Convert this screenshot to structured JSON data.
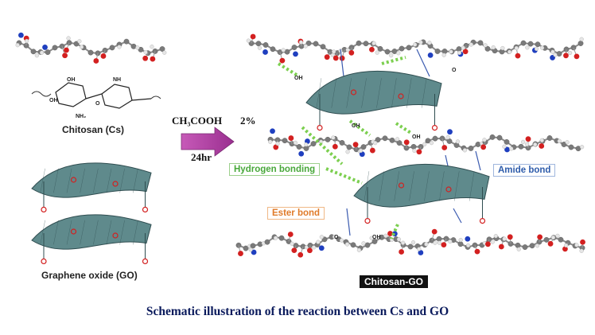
{
  "labels": {
    "chitosan": "Chitosan  (Cs)",
    "graphene_oxide": "Graphene oxide (GO)",
    "reagent": "CH₃COOH",
    "concentration": "2%",
    "time": "24hr",
    "hydrogen_bonding": "Hydrogen bonding",
    "amide_bond": "Amide bond",
    "ester_bond": "Ester bond",
    "product": "Chitosan-GO",
    "caption": "Schematic illustration of the reaction between Cs and GO"
  },
  "structure_text": {
    "nh2": "NH₂",
    "oh": "OH",
    "o": "O",
    "nh": "NH"
  },
  "colors": {
    "sheet": "#5f8a8c",
    "sheet_dark": "#2f4d50",
    "oxygen": "#d32020",
    "nitrogen": "#1f3fbf",
    "carbon": "#7a7a7a",
    "hydrogen": "#e6e6e6",
    "hbond": "#7ccf4f",
    "bond_line": "#3b5bb0",
    "arrow": "#b23fa6",
    "caption": "#0a1a5c"
  }
}
